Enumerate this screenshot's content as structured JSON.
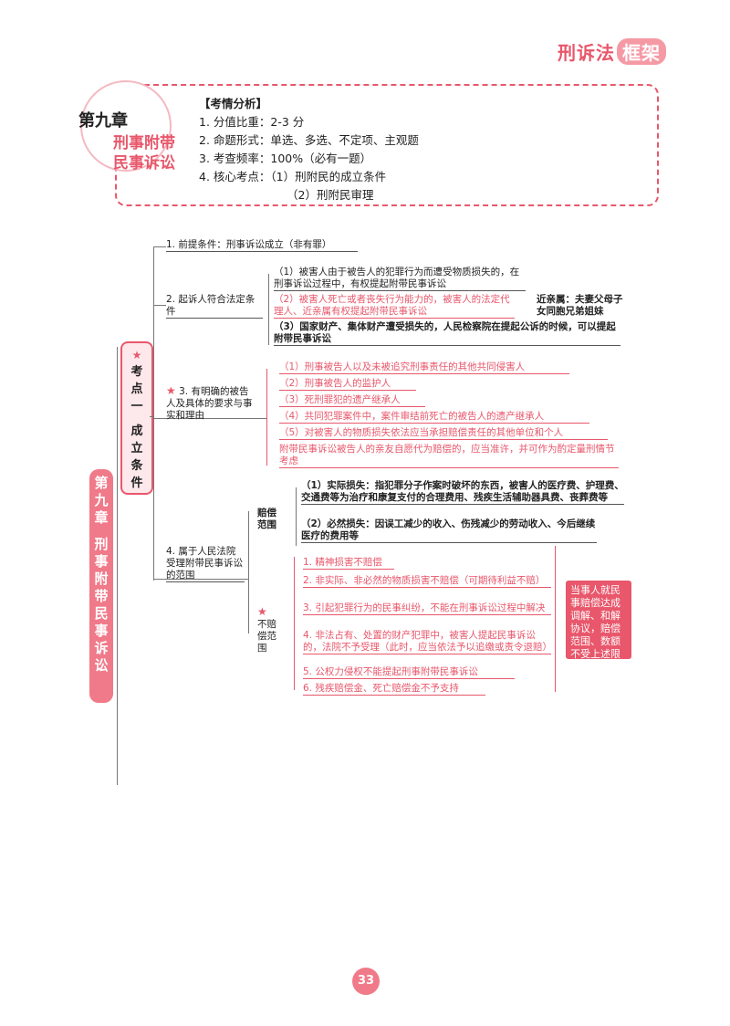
{
  "brand": {
    "text": "刑诉法",
    "box": "框架"
  },
  "chapter": {
    "number": "第九章",
    "name_line1": "刑事附带",
    "name_line2": "民事诉讼"
  },
  "analysis": {
    "heading": "【考情分析】",
    "items": [
      "1. 分值比重：2-3 分",
      "2. 命题形式：单选、多选、不定项、主观题",
      "3. 考查频率：100%（必有一题）",
      "4. 核心考点：（1）刑附民的成立条件",
      "（2）刑附民审理"
    ]
  },
  "side_vertical": [
    "第",
    "九",
    "章",
    "",
    "刑",
    "事",
    "附",
    "带",
    "民",
    "事",
    "诉",
    "讼"
  ],
  "kaodian": {
    "line1": "考",
    "line2": "点",
    "line3": "一",
    "line4": "成",
    "line5": "立",
    "line6": "条",
    "line7": "件"
  },
  "branches": {
    "b1": "1. 前提条件：刑事诉讼成立（非有罪）",
    "b2": "2. 起诉人符合法定条件",
    "b2_items": [
      "（1）被害人由于被告人的犯罪行为而遭受物质损失的，在刑事诉讼过程中，有权提起附带民事诉讼",
      "（2）被害人死亡或者丧失行为能力的，被害人的法定代理人、近亲属有权提起附带民事诉讼",
      "（3）国家财产、集体财产遭受损失的，人民检察院在提起公诉的时候，可以提起附带民事诉讼"
    ],
    "b2_note": "近亲属：夫妻父母子女同胞兄弟姐妹",
    "b3": "3. 有明确的被告人及具体的要求与事实和理由",
    "b3_items": [
      "（1）刑事被告人以及未被追究刑事责任的其他共同侵害人",
      "（2）刑事被告人的监护人",
      "（3）死刑罪犯的遗产继承人",
      "（4）共同犯罪案件中，案件审结前死亡的被告人的遗产继承人",
      "（5）对被害人的物质损失依法应当承担赔偿责任的其他单位和个人",
      "附带民事诉讼被告人的亲友自愿代为赔偿的，应当准许，并可作为酌定量刑情节考虑"
    ],
    "b4": "4. 属于人民法院受理附带民事诉讼的范围",
    "b4_pay_label": "赔偿范围",
    "b4_pay_items": [
      "（1）实际损失：指犯罪分子作案时破坏的东西，被害人的医疗费、护理费、交通费等为治疗和康复支付的合理费用、残疾生活辅助器具费、丧葬费等",
      "（2）必然损失：因误工减少的收入、伤残减少的劳动收入、今后继续医疗的费用等"
    ],
    "b4_nopay_label": "不赔偿范围",
    "b4_nopay_items": [
      "1. 精神损害不赔偿",
      "2. 非实际、非必然的物质损害不赔偿（可期待利益不赔）",
      "3. 引起犯罪行为的民事纠纷，不能在刑事诉讼过程中解决",
      "4. 非法占有、处置的财产犯罪中，被害人提起民事诉讼的，法院不予受理（此时，应当依法予以追缴或责令退赔）",
      "5. 公权力侵权不能提起刑事附带民事诉讼",
      "6. 残疾赔偿金、死亡赔偿金不予支持"
    ],
    "summary": "当事人就民事赔偿达成调解、和解协议，赔偿范围、数额不受上述限制"
  },
  "page_number": "33",
  "colors": {
    "accent": "#e8576b",
    "light": "#f07a89"
  }
}
